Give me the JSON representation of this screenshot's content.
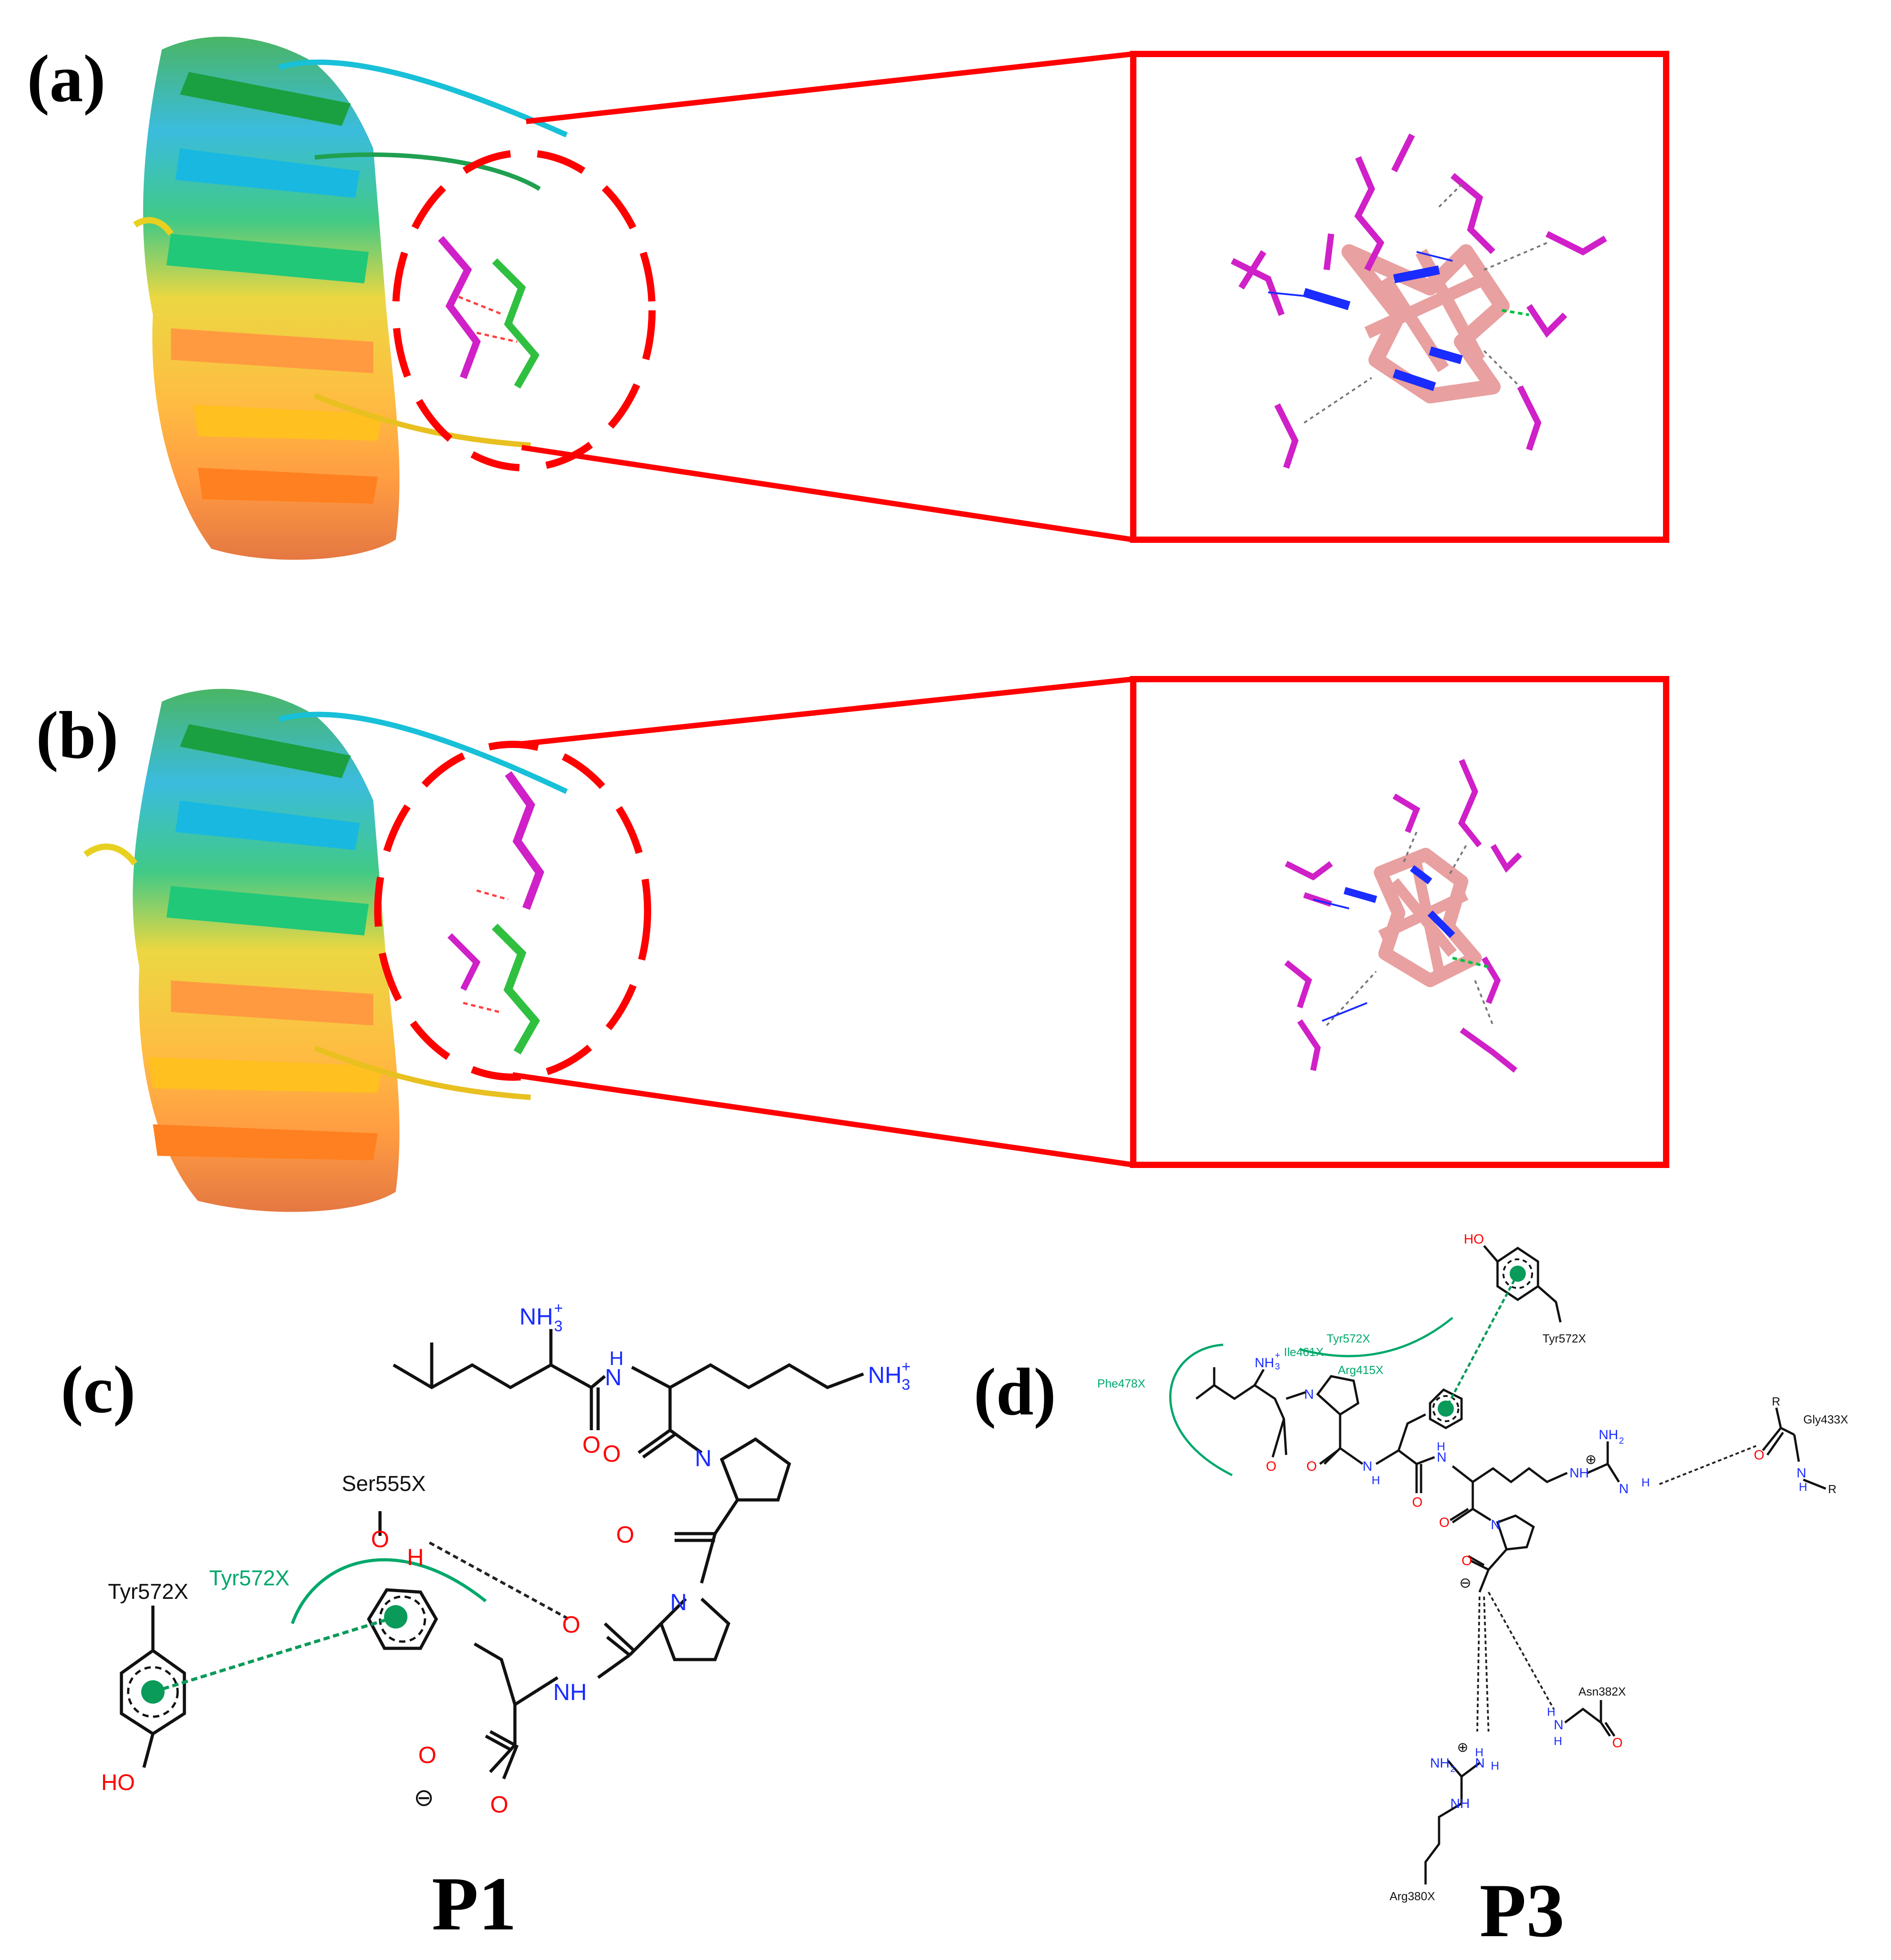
{
  "panels": {
    "a": {
      "label": "(a)"
    },
    "b": {
      "label": "(b)"
    },
    "c": {
      "label": "(c)",
      "peptide": "P1",
      "residues": [
        "Ser555X",
        "Tyr572X",
        "Tyr572X"
      ],
      "atoms": {
        "nh3a": "NH",
        "nh3a_sup": "+",
        "nh3a_sub": "3",
        "nh3b": "NH",
        "nh3b_sup": "+",
        "nh3b_sub": "3",
        "n1": "N",
        "h1": "H",
        "n2": "N",
        "n3": "N",
        "nh": "NH",
        "o1": "O",
        "o2": "O",
        "o3": "O",
        "o4": "O",
        "o5": "O",
        "o6": "O",
        "ser_o": "O",
        "ser_h": "H",
        "ho": "HO",
        "minus": "⊖"
      }
    },
    "d": {
      "label": "(d)",
      "peptide": "P3",
      "residues": [
        "Tyr572X",
        "Ile461X",
        "Arg415X",
        "Phe478X",
        "Tyr572X",
        "Gly433X",
        "Asn382X",
        "Arg380X"
      ],
      "atoms": {
        "ho": "HO",
        "nh3": "NH",
        "nh3_sup": "+",
        "nh3_sub": "3",
        "n1": "N",
        "n2": "N",
        "nh1": "N",
        "nh1h": "H",
        "nh2": "N",
        "nh2h": "H",
        "o1": "O",
        "o2": "O",
        "o3": "O",
        "o4": "O",
        "o5": "O",
        "minus": "⊖",
        "plus1": "⊕",
        "plus2": "⊕",
        "nh2a": "NH",
        "nh2a_sub": "2",
        "nha": "NH",
        "nhb": "N",
        "nhbh": "H",
        "gly_o": "O",
        "gly_r1": "R",
        "gly_r2": "R",
        "gly_nh": "N",
        "gly_h": "H",
        "asn_h": "H",
        "asn_n": "N",
        "asn_h2": "H",
        "asn_o": "O",
        "arg_nh2": "NH",
        "arg_nh2_sub": "2",
        "arg_nh": "NH",
        "arg_h": "H",
        "arg_h2": "H",
        "arg_n": "N"
      }
    }
  },
  "colors": {
    "callout": "#ff0000",
    "ligand": "#e8a0a0",
    "residue": "#d020c8",
    "nitrogen": "#1a2cff",
    "oxygen": "#ff0000",
    "interaction": "#00a86b",
    "bond": "#111111"
  }
}
